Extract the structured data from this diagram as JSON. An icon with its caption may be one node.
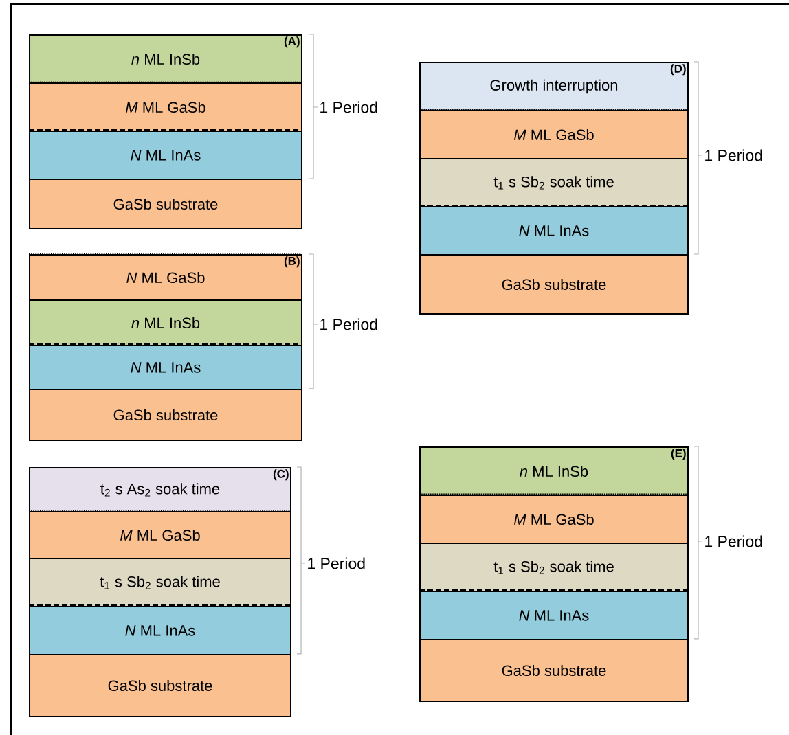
{
  "diagram": {
    "nodes": [
      {
        "text": [
          "*n* ML InSb",
          "(A)"
        ]
      },
      {
        "text": [
          "*M* ML GaSb"
        ]
      },
      {
        "text": [
          "*N* ML InAs"
        ]
      },
      {
        "text": [
          "GaSb substrate"
        ]
      },
      {
        "text": [
          "*N* ML GaSb",
          "(B)"
        ]
      },
      {
        "text": [
          "*n* ML InSb"
        ]
      },
      {
        "text": [
          "*N* ML InAs"
        ]
      },
      {
        "text": [
          "GaSb substrate"
        ]
      },
      {
        "text": [
          "t$_{2}$ s As$_{2}$ soak time",
          "(C)"
        ]
      },
      {
        "text": [
          "*M* ML GaSb"
        ]
      },
      {
        "text": [
          "t$_{1}$ s Sb$_{2}$ soak time"
        ]
      },
      {
        "text": [
          "*N* ML InAs"
        ]
      },
      {
        "text": [
          "GaSb substrate"
        ]
      },
      {
        "text": [
          "Growth interruption",
          "(D)"
        ]
      },
      {
        "text": [
          "*M* ML GaSb"
        ]
      },
      {
        "text": [
          "t$_{1}$ s Sb$_{2}$ soak time"
        ]
      },
      {
        "text": [
          "*N* ML InAs"
        ]
      },
      {
        "text": [
          "GaSb substrate"
        ]
      },
      {
        "text": [
          "*n* ML InSb",
          "(E)"
        ]
      },
      {
        "text": [
          "*M* ML GaSb"
        ]
      },
      {
        "text": [
          "t$_{1}$ s Sb$_{2}$ soak time"
        ]
      },
      {
        "text": [
          "*N* ML InAs"
        ]
      },
      {
        "text": [
          "GaSb substrate"
        ]
      }
    ],
    "labels": [
      "1 Period",
      "1 Period",
      "1 Period",
      "1 Period",
      "1 Period"
    ]
  }
}
